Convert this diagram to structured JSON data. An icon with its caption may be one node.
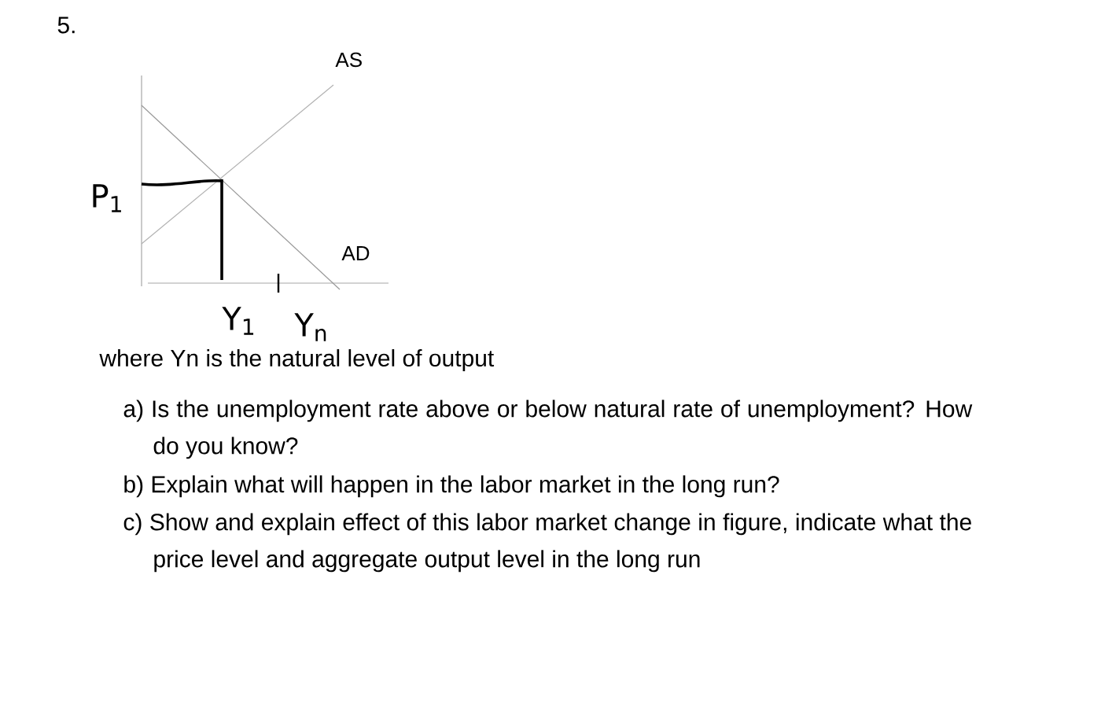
{
  "diagram": {
    "labels": [
      "5.",
      "AS",
      "P$_{1}$",
      "AD",
      "Y$_{1}$",
      "Y$_{n}$",
      "where Yn is the natural level of output",
      "a) Is the unemployment rate above or below natural rate of unemployment? How do you know?",
      "b) Explain what will happen in the labor market in the long run?",
      "c) Show and explain effect of this labor market change in figure, indicate what the price level and aggregate output level in the long run"
    ]
  }
}
